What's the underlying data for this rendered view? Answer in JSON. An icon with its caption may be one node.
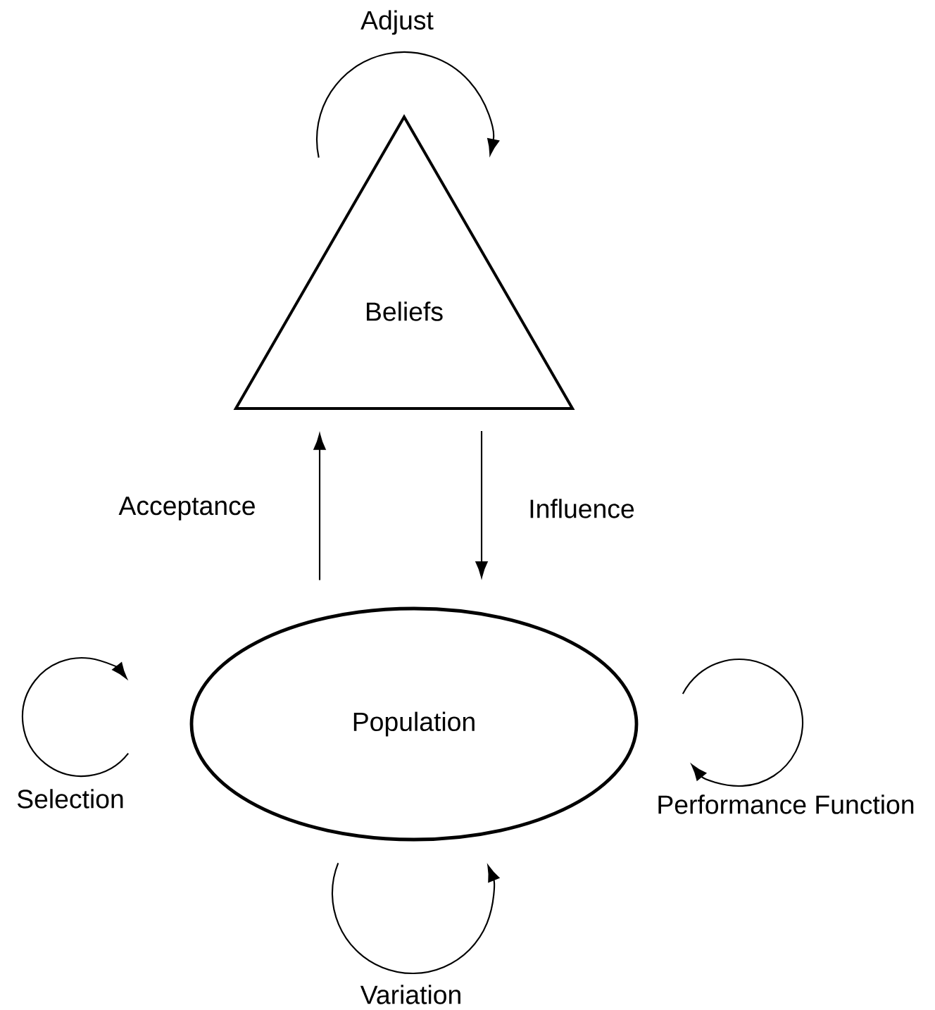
{
  "diagram": {
    "nodes": [
      {
        "text": [
          "Beliefs"
        ]
      },
      {
        "text": [
          "Population"
        ]
      }
    ],
    "edges": [
      {
        "from": 1,
        "to": 0,
        "arrow": "to",
        "label": "Acceptance"
      },
      {
        "from": 0,
        "to": 1,
        "arrow": "to",
        "label": "Influence"
      },
      {
        "from": 0,
        "to": 0,
        "arrow": "to",
        "label": "Adjust"
      },
      {
        "from": 1,
        "to": 1,
        "arrow": "to",
        "label": "Selection"
      },
      {
        "from": 1,
        "to": 1,
        "arrow": "to",
        "label": "Performance Function"
      },
      {
        "from": 1,
        "to": 1,
        "arrow": "to",
        "label": "Variation"
      }
    ]
  }
}
